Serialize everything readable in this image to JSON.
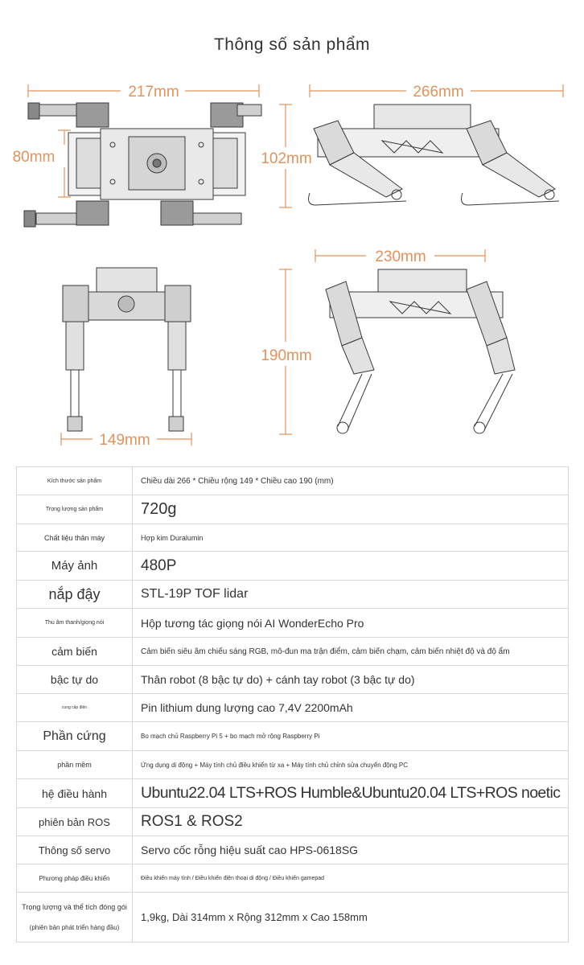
{
  "page": {
    "title": "Thông số sản phẩm"
  },
  "dimensions": {
    "top_view": {
      "width": "217mm",
      "height": "80mm"
    },
    "side_view": {
      "length": "266mm",
      "height": "102mm"
    },
    "front_view": {
      "width": "149mm"
    },
    "standing_view": {
      "length": "230mm",
      "height": "190mm"
    }
  },
  "colors": {
    "dimension": "#e3925a",
    "drawing": "#3a3a3a",
    "border": "#d9d9d9"
  },
  "specs": [
    {
      "label": "Kích thước sản phẩm",
      "value": "Chiều dài 266 * Chiều rộng 149 * Chiều cao 190 (mm)"
    },
    {
      "label": "Trọng lượng sản phẩm",
      "value": "720g"
    },
    {
      "label": "Chất liệu thân máy",
      "value": "Hợp kim Duralumin"
    },
    {
      "label": "Máy ảnh",
      "value": "480P"
    },
    {
      "label": "nắp đậy",
      "value": "STL-19P TOF lidar"
    },
    {
      "label": "Thu âm thanh/giọng nói",
      "value": "Hộp tương tác giọng nói AI WonderEcho Pro"
    },
    {
      "label": "cảm biến",
      "value": "Cảm biến siêu âm chiếu sáng RGB, mô-đun ma trận điểm, cảm biến chạm, cảm biến nhiệt độ và độ ẩm"
    },
    {
      "label": "bậc tự do",
      "value": "Thân robot (8 bậc tự do) + cánh tay robot (3 bậc tự do)"
    },
    {
      "label": "cung cấp điện",
      "value": "Pin lithium dung lượng cao 7,4V 2200mAh"
    },
    {
      "label": "Phần cứng",
      "value": "Bo mạch chủ Raspberry Pi 5 + bo mạch mở rộng Raspberry Pi"
    },
    {
      "label": "phần mềm",
      "value": "Ứng dụng di động + Máy tính chủ điều khiển từ xa + Máy tính chủ chỉnh sửa chuyển động PC"
    },
    {
      "label": "hệ điều hành",
      "value": "Ubuntu22.04 LTS+ROS Humble&Ubuntu20.04 LTS+ROS noetic"
    },
    {
      "label": "phiên bản ROS",
      "value": "ROS1 & ROS2"
    },
    {
      "label": "Thông số servo",
      "value": "Servo cốc rỗng hiệu suất cao HPS-0618SG"
    },
    {
      "label": "Phương pháp điều khiển",
      "value": "Điều khiển máy tính / Điều khiển điện thoại di động / Điều khiển gamepad"
    },
    {
      "label": "Trọng lượng và thể tích đóng gói",
      "label_sub": "(phiên bản phát triển hàng đầu)",
      "value": "1,9kg, Dài 314mm x Rộng 312mm x Cao 158mm"
    }
  ]
}
